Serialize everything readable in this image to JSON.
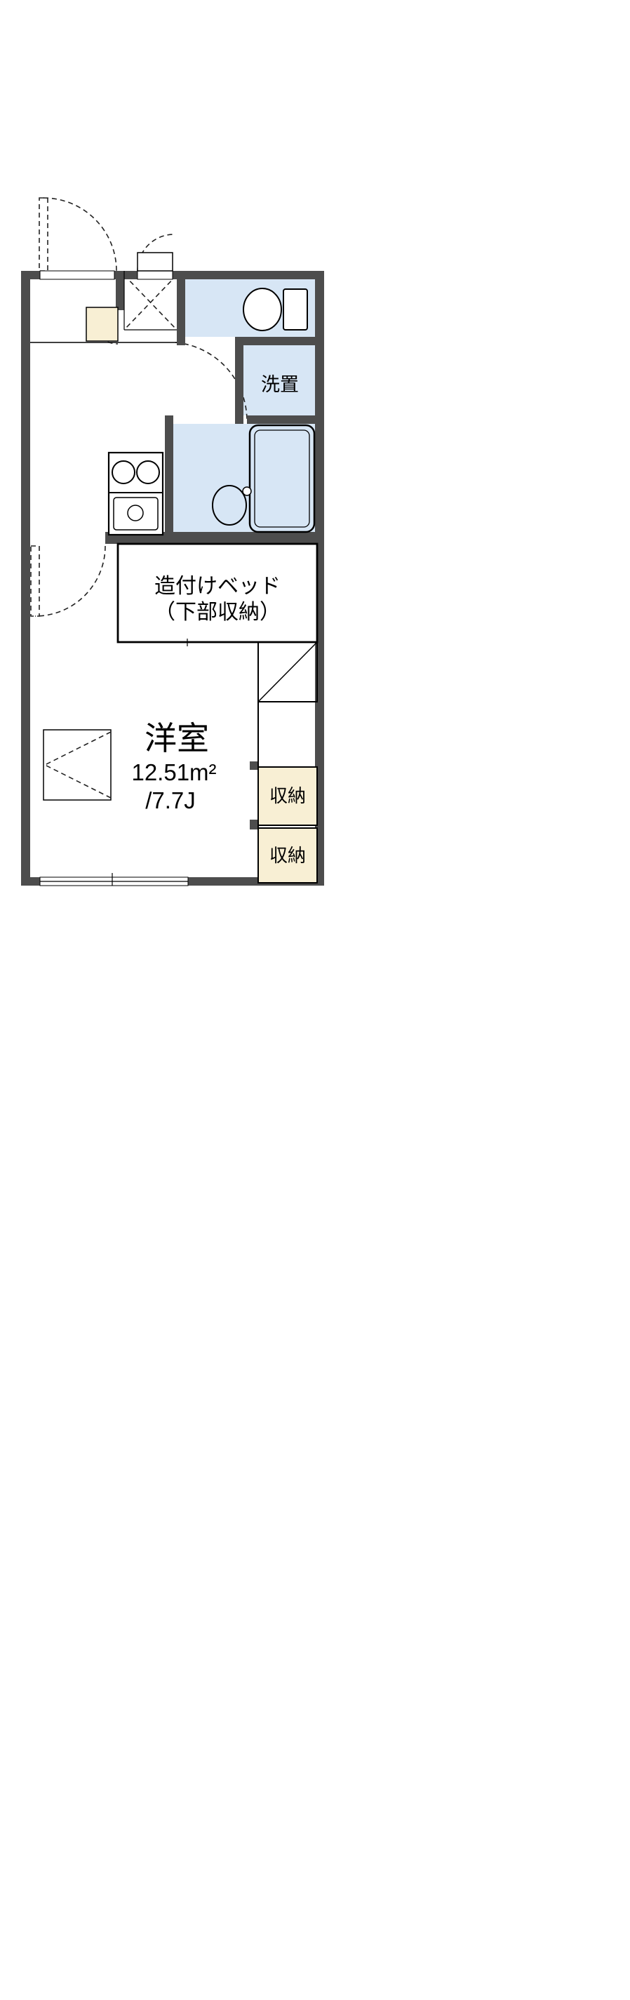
{
  "page": {
    "background": "#ffffff"
  },
  "colors": {
    "wall": "#4d4d4d",
    "water_room": "#d7e6f5",
    "storage": "#f8efd4",
    "outline": "#000000",
    "white": "#ffffff"
  },
  "labels": {
    "washing_room": "洗置",
    "built_in_bed_line1": "造付けベッド",
    "built_in_bed_line2": "（下部収納）",
    "main_room_name": "洋室",
    "main_room_area": "12.51m²",
    "main_room_tatami": "/7.7J",
    "storage_upper": "収納",
    "storage_lower": "収納"
  }
}
